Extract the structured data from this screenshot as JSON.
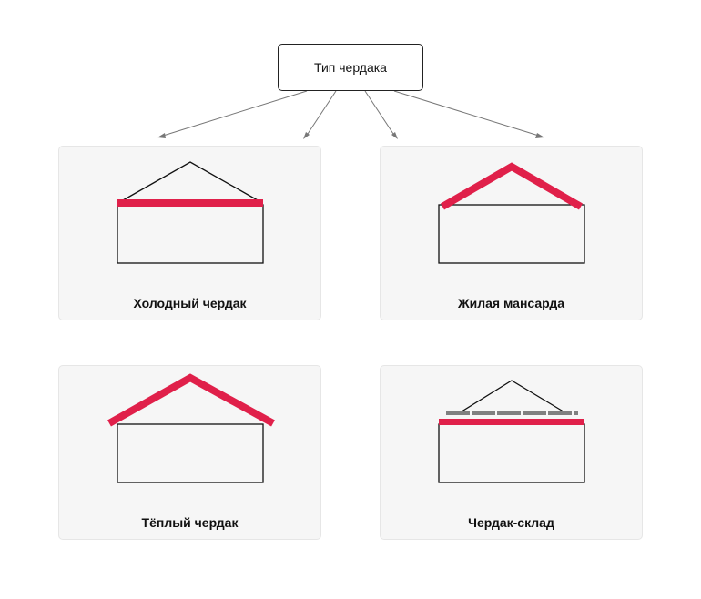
{
  "root": {
    "label": "Тип чердака"
  },
  "cards": [
    {
      "id": "cold",
      "title": "Холодный чердак"
    },
    {
      "id": "mansard",
      "title": "Жилая мансарда"
    },
    {
      "id": "warm",
      "title": "Тёплый чердак"
    },
    {
      "id": "storage",
      "title": "Чердак-склад"
    }
  ],
  "colors": {
    "insulation": "#e0204a",
    "outline": "#111111",
    "boards": "#808080",
    "arrow": "#777777"
  }
}
